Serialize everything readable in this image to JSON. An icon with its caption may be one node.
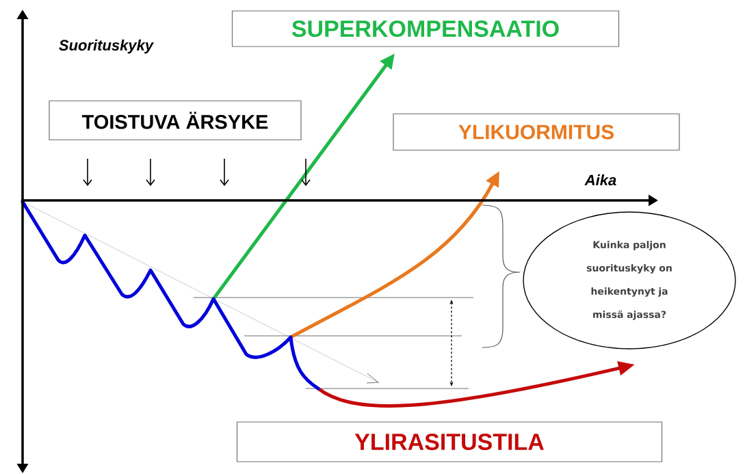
{
  "diagram": {
    "nodes": [
      {
        "text": [
          "SUPERKOMPENSAATIO"
        ]
      },
      {
        "text": [
          "TOISTUVA ÄRSYKE"
        ]
      },
      {
        "text": [
          "YLIKUORMITUS"
        ]
      },
      {
        "text": [
          "YLIRASITUSTILA"
        ]
      },
      {
        "text": [
          "Kuinka paljon suorituskyky on heikentynyt ja missä ajassa?"
        ]
      }
    ],
    "labels": [
      "Suorituskyky",
      "Aika"
    ]
  }
}
